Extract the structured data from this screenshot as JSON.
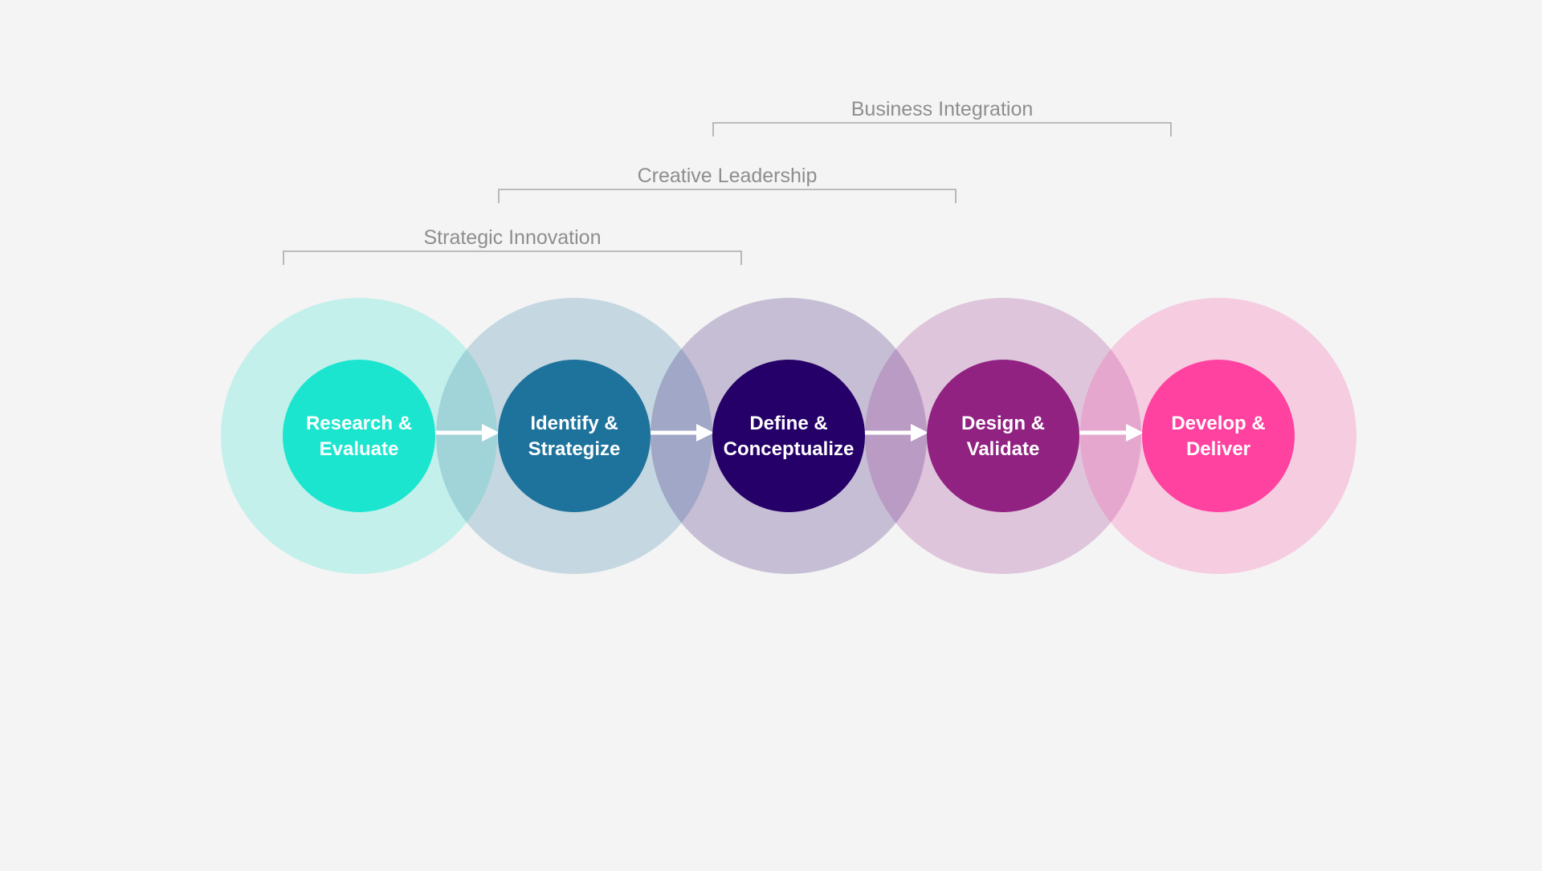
{
  "brackets": [
    {
      "id": "business-integration",
      "label": "Business Integration",
      "from_step": 3,
      "to_step": 5
    },
    {
      "id": "creative-leadership",
      "label": "Creative Leadership",
      "from_step": 2,
      "to_step": 4
    },
    {
      "id": "strategic-innovation",
      "label": "Strategic Innovation",
      "from_step": 1,
      "to_step": 3
    }
  ],
  "steps": [
    {
      "id": "research-evaluate",
      "line1": "Research &",
      "line2": "Evaluate",
      "color": "#1ce5cf",
      "halo_color": "#c9f0ea"
    },
    {
      "id": "identify-strategize",
      "line1": "Identify &",
      "line2": "Strategize",
      "color": "#1e739c",
      "halo_color": "#c5d7e0"
    },
    {
      "id": "define-conceptualize",
      "line1": "Define &",
      "line2": "Conceptualize",
      "color": "#240068",
      "halo_color": "#c3b6d5"
    },
    {
      "id": "design-validate",
      "line1": "Design &",
      "line2": "Validate",
      "color": "#912282",
      "halo_color": "#e1c0da"
    },
    {
      "id": "develop-deliver",
      "line1": "Develop &",
      "line2": "Deliver",
      "color": "#ff42a0",
      "halo_color": "#f8cde2"
    }
  ],
  "arrow_color": "#ffffff"
}
